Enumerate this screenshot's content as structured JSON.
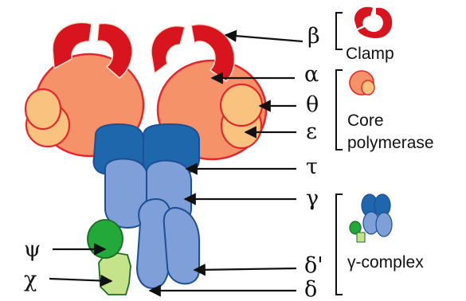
{
  "labels": {
    "beta": "β",
    "alpha": "α",
    "theta": "θ",
    "epsilon": "ε",
    "tau": "τ",
    "gamma": "γ",
    "delta_prime": "δ'",
    "delta": "δ",
    "psi": "ψ",
    "chi": "χ"
  },
  "groups": {
    "clamp": "Clamp",
    "core_line1": "Core",
    "core_line2": "polymerase",
    "gamma_complex": "γ-complex"
  },
  "colors": {
    "clamp": "#d8141e",
    "alpha": "#f5926a",
    "theta": "#f9c27e",
    "outline_red": "#e5272d",
    "tau": "#1f67ad",
    "gamma": "#7e9fd8",
    "delta": "#7e9fd8",
    "outline_blue": "#1d4f93",
    "psi": "#22a93a",
    "chi": "#c4e38a",
    "outline_green": "#1d6b26"
  }
}
